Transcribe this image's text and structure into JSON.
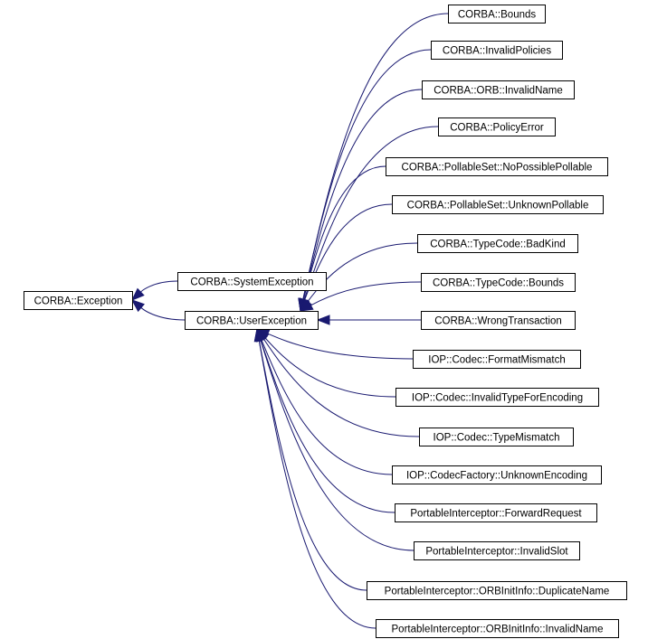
{
  "diagram": {
    "nodes": [
      {
        "id": "exception",
        "label": "CORBA::Exception"
      },
      {
        "id": "system",
        "label": "CORBA::SystemException"
      },
      {
        "id": "user",
        "label": "CORBA::UserException"
      },
      {
        "id": "bounds",
        "label": "CORBA::Bounds"
      },
      {
        "id": "invalidpolicies",
        "label": "CORBA::InvalidPolicies"
      },
      {
        "id": "orb_invalidname",
        "label": "CORBA::ORB::InvalidName"
      },
      {
        "id": "policyerror",
        "label": "CORBA::PolicyError"
      },
      {
        "id": "nopossiblepollable",
        "label": "CORBA::PollableSet::NoPossiblePollable"
      },
      {
        "id": "unknownpollable",
        "label": "CORBA::PollableSet::UnknownPollable"
      },
      {
        "id": "badkind",
        "label": "CORBA::TypeCode::BadKind"
      },
      {
        "id": "tc_bounds",
        "label": "CORBA::TypeCode::Bounds"
      },
      {
        "id": "wrongtransaction",
        "label": "CORBA::WrongTransaction"
      },
      {
        "id": "formatmismatch",
        "label": "IOP::Codec::FormatMismatch"
      },
      {
        "id": "invalidtypeforencoding",
        "label": "IOP::Codec::InvalidTypeForEncoding"
      },
      {
        "id": "typemismatch",
        "label": "IOP::Codec::TypeMismatch"
      },
      {
        "id": "unknownencoding",
        "label": "IOP::CodecFactory::UnknownEncoding"
      },
      {
        "id": "forwardrequest",
        "label": "PortableInterceptor::ForwardRequest"
      },
      {
        "id": "invalidslot",
        "label": "PortableInterceptor::InvalidSlot"
      },
      {
        "id": "duplicatename",
        "label": "PortableInterceptor::ORBInitInfo::DuplicateName"
      },
      {
        "id": "orbinit_invalidname",
        "label": "PortableInterceptor::ORBInitInfo::InvalidName"
      }
    ],
    "edges": [
      {
        "from": "system",
        "to": "exception"
      },
      {
        "from": "user",
        "to": "exception"
      },
      {
        "from": "bounds",
        "to": "user"
      },
      {
        "from": "invalidpolicies",
        "to": "user"
      },
      {
        "from": "orb_invalidname",
        "to": "user"
      },
      {
        "from": "policyerror",
        "to": "user"
      },
      {
        "from": "nopossiblepollable",
        "to": "user"
      },
      {
        "from": "unknownpollable",
        "to": "user"
      },
      {
        "from": "badkind",
        "to": "user"
      },
      {
        "from": "tc_bounds",
        "to": "user"
      },
      {
        "from": "wrongtransaction",
        "to": "user"
      },
      {
        "from": "formatmismatch",
        "to": "user"
      },
      {
        "from": "invalidtypeforencoding",
        "to": "user"
      },
      {
        "from": "typemismatch",
        "to": "user"
      },
      {
        "from": "unknownencoding",
        "to": "user"
      },
      {
        "from": "forwardrequest",
        "to": "user"
      },
      {
        "from": "invalidslot",
        "to": "user"
      },
      {
        "from": "duplicatename",
        "to": "user"
      },
      {
        "from": "orbinit_invalidname",
        "to": "user"
      }
    ],
    "edge_color": "#191970"
  }
}
